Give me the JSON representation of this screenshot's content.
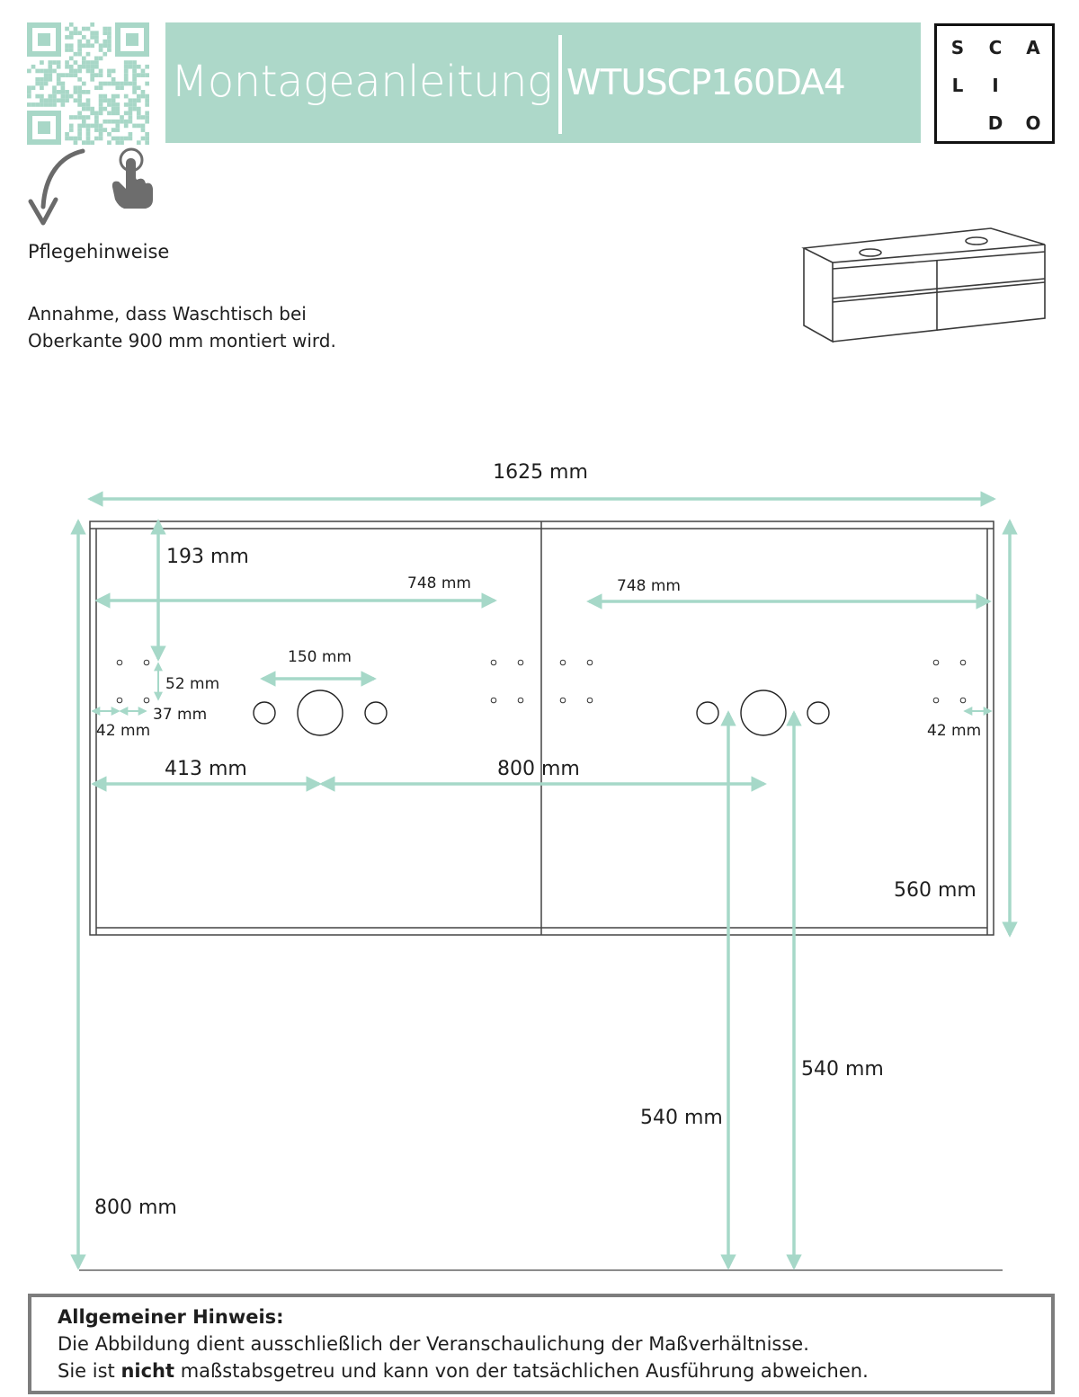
{
  "header": {
    "title": "Montageanleitung",
    "product_code": "WTUSCP160DA4",
    "banner_color": "#add8c9"
  },
  "logo": {
    "letters": [
      "S",
      "C",
      "A",
      "L",
      "I",
      "D",
      "O"
    ]
  },
  "icons": [
    "qr-code-icon",
    "curved-arrow-icon",
    "pointing-hand-icon"
  ],
  "care": {
    "label": "Pflegehinweise"
  },
  "note": {
    "line1": "Annahme, dass Waschtisch bei",
    "line2": "Oberkante 900 mm montiert wird."
  },
  "dimensions": {
    "total_width": "1625 mm",
    "top_offset": "193 mm",
    "half_width_left": "748 mm",
    "half_width_right": "748 mm",
    "hole_spacing": "150 mm",
    "vertical_hole_gap": "52 mm",
    "horizontal_hole_gap": "37 mm",
    "edge_offset_left": "42 mm",
    "edge_offset_right": "42 mm",
    "left_to_center": "413 mm",
    "center_to_center": "800 mm",
    "cabinet_height": "560 mm",
    "pipe_height_1": "540 mm",
    "pipe_height_2": "540 mm",
    "floor_height": "800 mm"
  },
  "footer": {
    "heading": "Allgemeiner Hinweis:",
    "line1": "Die Abbildung dient ausschließlich der Veranschaulichung der Maßverhältnisse.",
    "line2_a": "Sie ist ",
    "line2_b": "nicht",
    "line2_c": " maßstabsgetreu und kann von der tatsächlichen Ausführung abweichen."
  },
  "colors": {
    "accent": "#add8c9",
    "arrow": "#a6d8c8",
    "text": "#1e1e1e"
  }
}
